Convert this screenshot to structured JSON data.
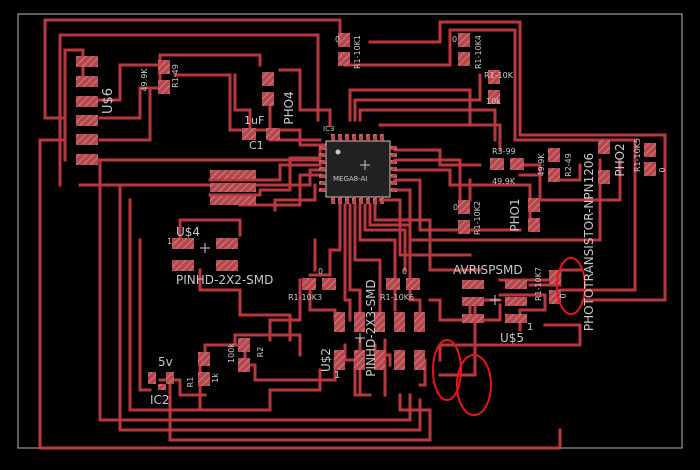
{
  "colors": {
    "background": "#000000",
    "trace": "#b9373f",
    "pad_fill": "#b5474d",
    "pad_hatch": "#d98a8e",
    "label": "#c8c8c8",
    "board_outline": "#9a9a9a",
    "marker": "#e8141e"
  },
  "labels": {
    "us6": "U$6",
    "r1_49": "R1-49",
    "r1_49_val": "49.9K",
    "ic3": "IC3",
    "ic3_value": "MEGA8-AI",
    "c1_value": "1uF",
    "c1": "C1",
    "pho4": "PHO4",
    "r1_10k1": "R1-10K1",
    "r1_10k1_val": "0",
    "r1_10k4_val": "0",
    "r1_10k4": "R1-10K4",
    "r1_10k": "R1-10K",
    "r1_10k_val": "10k",
    "r3_99": "R3-99",
    "r3_99_val": "49.9K",
    "r2_49_val": "49.9K",
    "r2_49": "R2-49",
    "pho2": "PHO2",
    "r1_10k5": "R1-10K5",
    "r1_10k5_val": "0",
    "r1_10k2_val": "0",
    "r1_10k2": "R1-10K2",
    "pho1": "PHO1",
    "phototransistor": "PHOTOTRANSISTOR-NPN1206",
    "us4": "U$4",
    "pinhd_2x2": "PINHD-2X2-SMD",
    "r1_10k3_val": "0",
    "r1_10k3": "R1-10K3",
    "r1_10k6_val": "0",
    "r1_10k6": "R1-10K6",
    "pinhd_2x3": "PINHD-2X3-SMD",
    "avrispsmd": "AVRISPSMD",
    "r1_10k7": "R1-10K7",
    "r1_10k7_val": "0",
    "us5": "U$5",
    "us5_pin": "1",
    "us2": "U$2",
    "us2_pin": "1",
    "five_v": "5v",
    "ic2": "IC2",
    "r1": "R1",
    "r1_val": "1k",
    "r2": "R2",
    "r2_val": "100k",
    "us4_pin": "1"
  }
}
